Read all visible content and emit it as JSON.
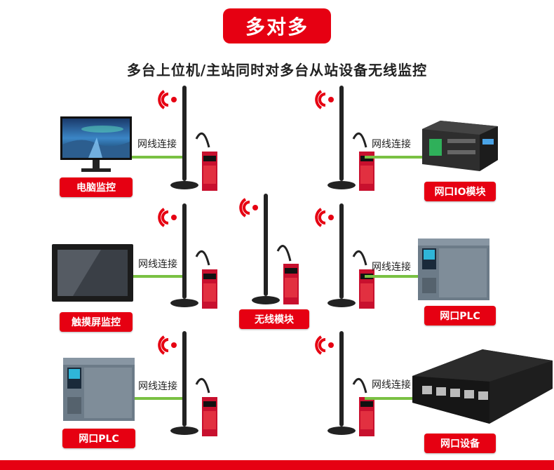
{
  "title": "多对多",
  "subtitle": "多台上位机/主站同时对多台从站设备无线监控",
  "link_label": "网线连接",
  "nodes": {
    "pc_monitor": "电脑监控",
    "net_io": "网口IO模块",
    "touchscreen": "触摸屏监控",
    "wireless": "无线模块",
    "net_plc_right": "网口PLC",
    "net_plc_left": "网口PLC",
    "net_device": "网口设备"
  },
  "colors": {
    "accent": "#e60012",
    "link": "#7ac143"
  }
}
